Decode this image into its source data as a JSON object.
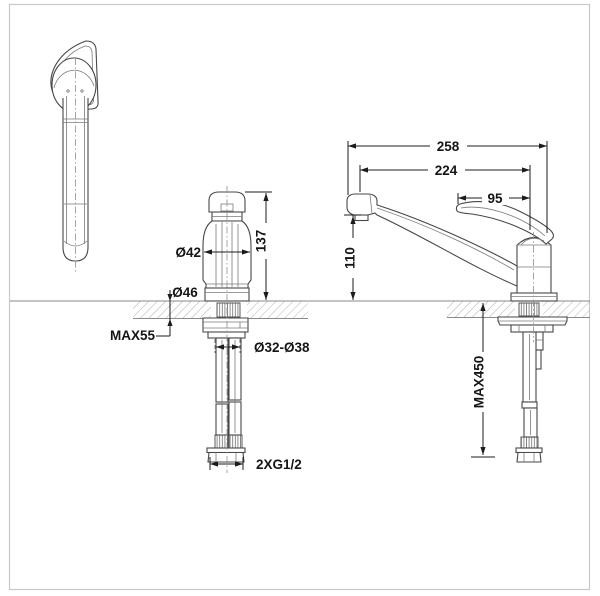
{
  "colors": {
    "background": "#ffffff",
    "frame": "#c9c9c9",
    "drawing_line": "#474747",
    "dimension_line": "#1c1c1c",
    "hatch": "#b3b3b3"
  },
  "dims": {
    "overall_length": "258",
    "spout_reach": "224",
    "handle_length": "95",
    "spout_height": "110",
    "body_height": "137",
    "spout_tube_diameter": "Ø42",
    "base_diameter": "Ø46",
    "max_mounting_thickness": "MAX55",
    "mounting_hole_diameter": "Ø32-Ø38",
    "supply_hose_thread": "2XG1/2",
    "max_hose_reach": "MAX450"
  }
}
